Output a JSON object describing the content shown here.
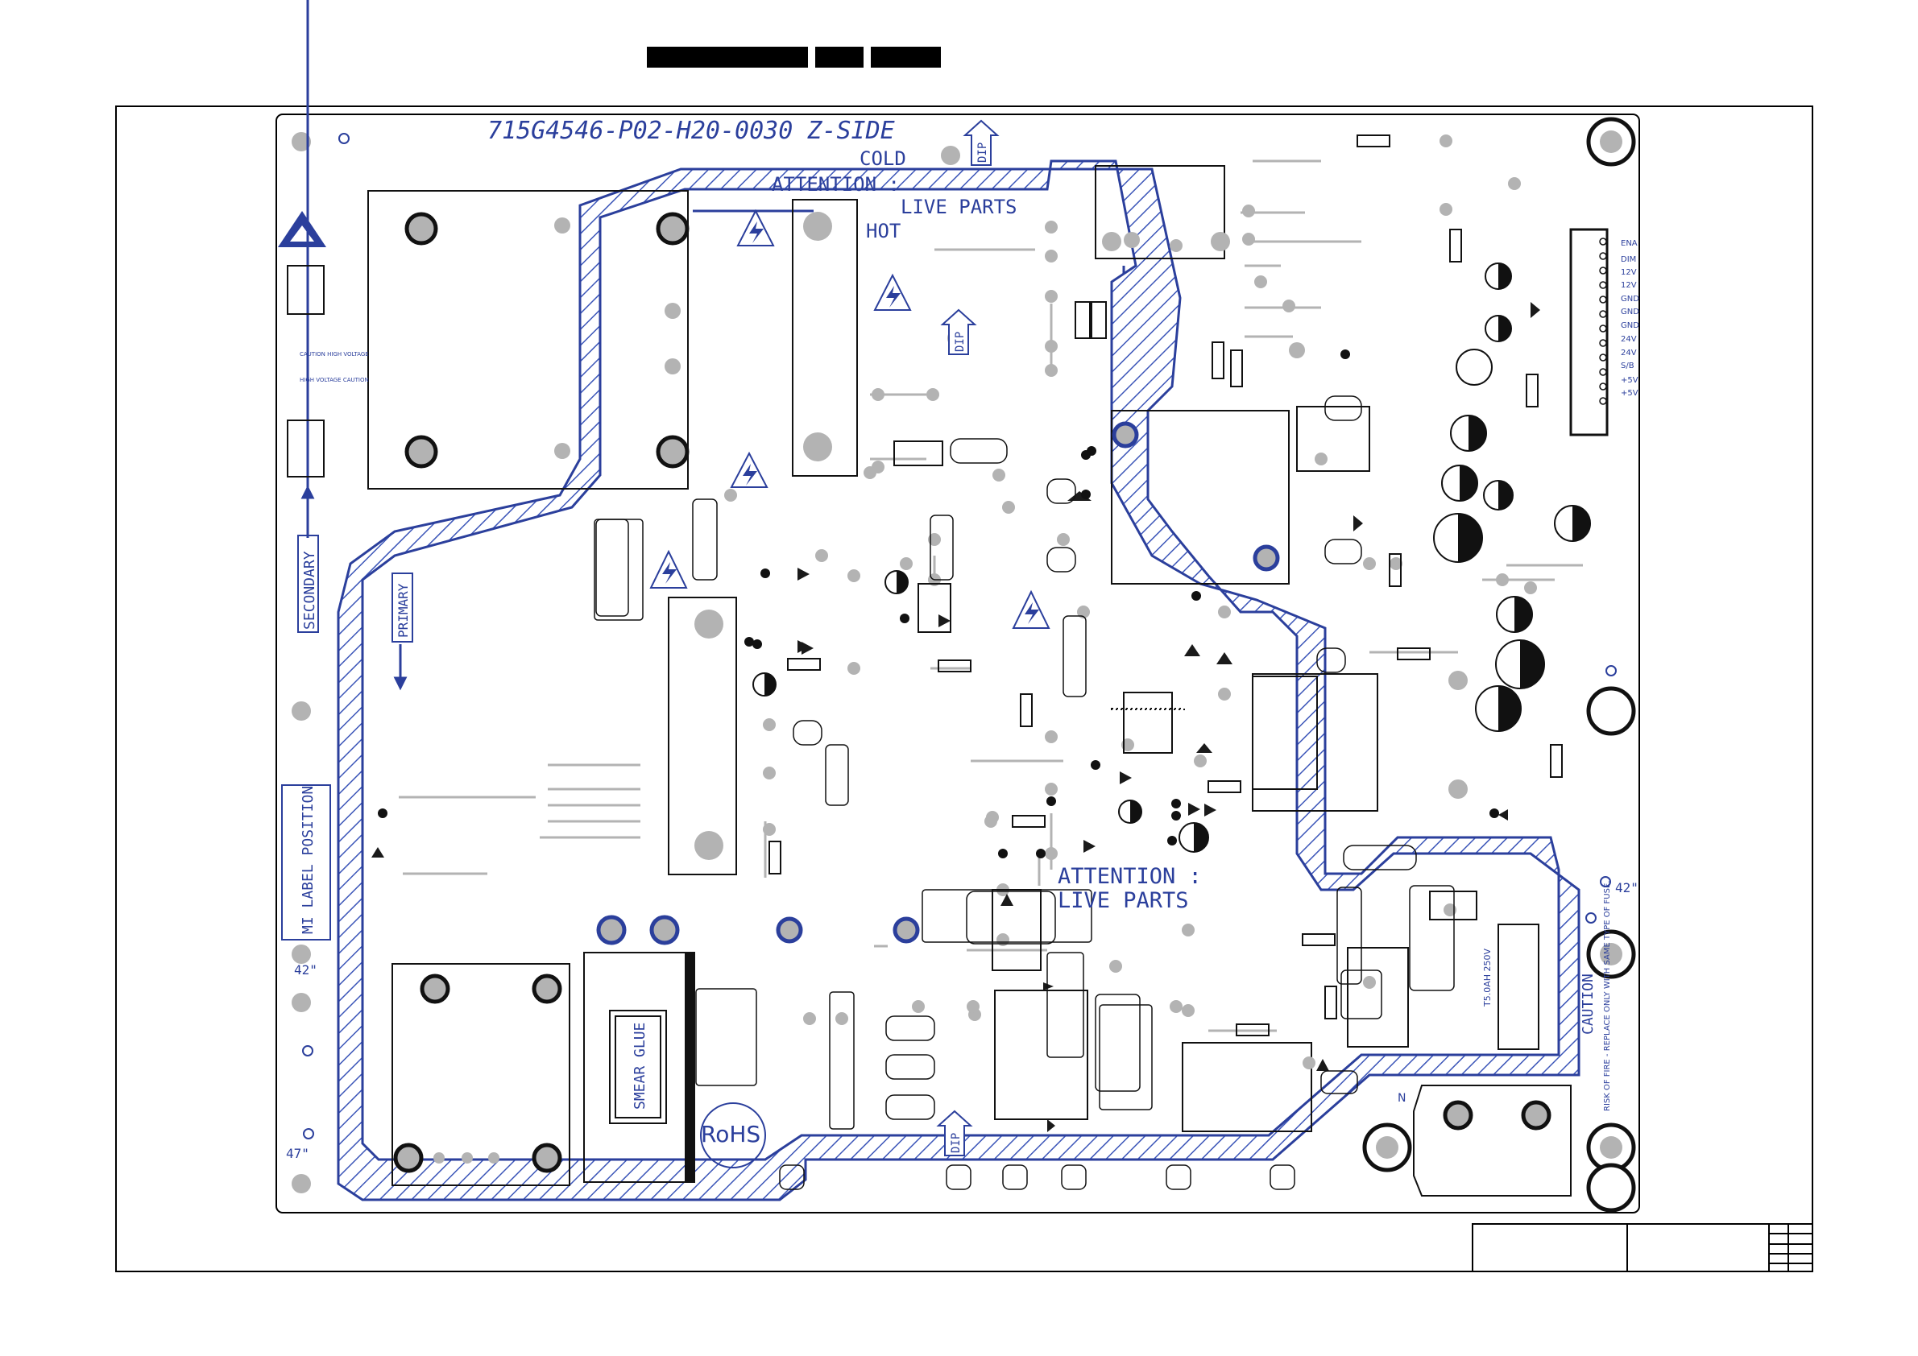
{
  "board": {
    "part_number": "715G4546-P02-H20-0030 Z-SIDE",
    "cold_label": "COLD",
    "attention_label": "ATTENTION :",
    "live_parts_label": "LIVE PARTS",
    "hot_label": "HOT",
    "attention2_label": "ATTENTION :",
    "live_parts2_label": "LIVE PARTS",
    "secondary_label": "SECONDARY",
    "primary_label": "PRIMARY",
    "mi_label_position": "MI LABEL POSITION",
    "smear_glue_label": "SMEAR GLUE",
    "rohs_label": "RoHS",
    "dip_label": "DIP",
    "size_42_left": "42\"",
    "size_47_left": "47\"",
    "size_42_right": "42\"",
    "caution_high_voltage_1": "CAUTION HIGH VOLTAGE",
    "caution_high_voltage_2": "HIGH VOLTAGE CAUTION",
    "fuse_rating": "T5.0AH 250V",
    "caution_fuse_title": "CAUTION",
    "caution_fuse_text": "RISK OF FIRE - REPLACE ONLY WITH SAME TYPE OF FUSE.",
    "n_label": "N"
  },
  "connector_pins": [
    "ENA",
    "DIM",
    "12V",
    "12V",
    "GND",
    "GND",
    "GND",
    "24V",
    "24V",
    "S/B",
    "+5V",
    "+5V"
  ],
  "colors": {
    "trace_blue": "#2b3f9c",
    "pad_gray": "#b3b3b3",
    "line_black": "#111111",
    "hatch_blue": "#3b55b8"
  }
}
